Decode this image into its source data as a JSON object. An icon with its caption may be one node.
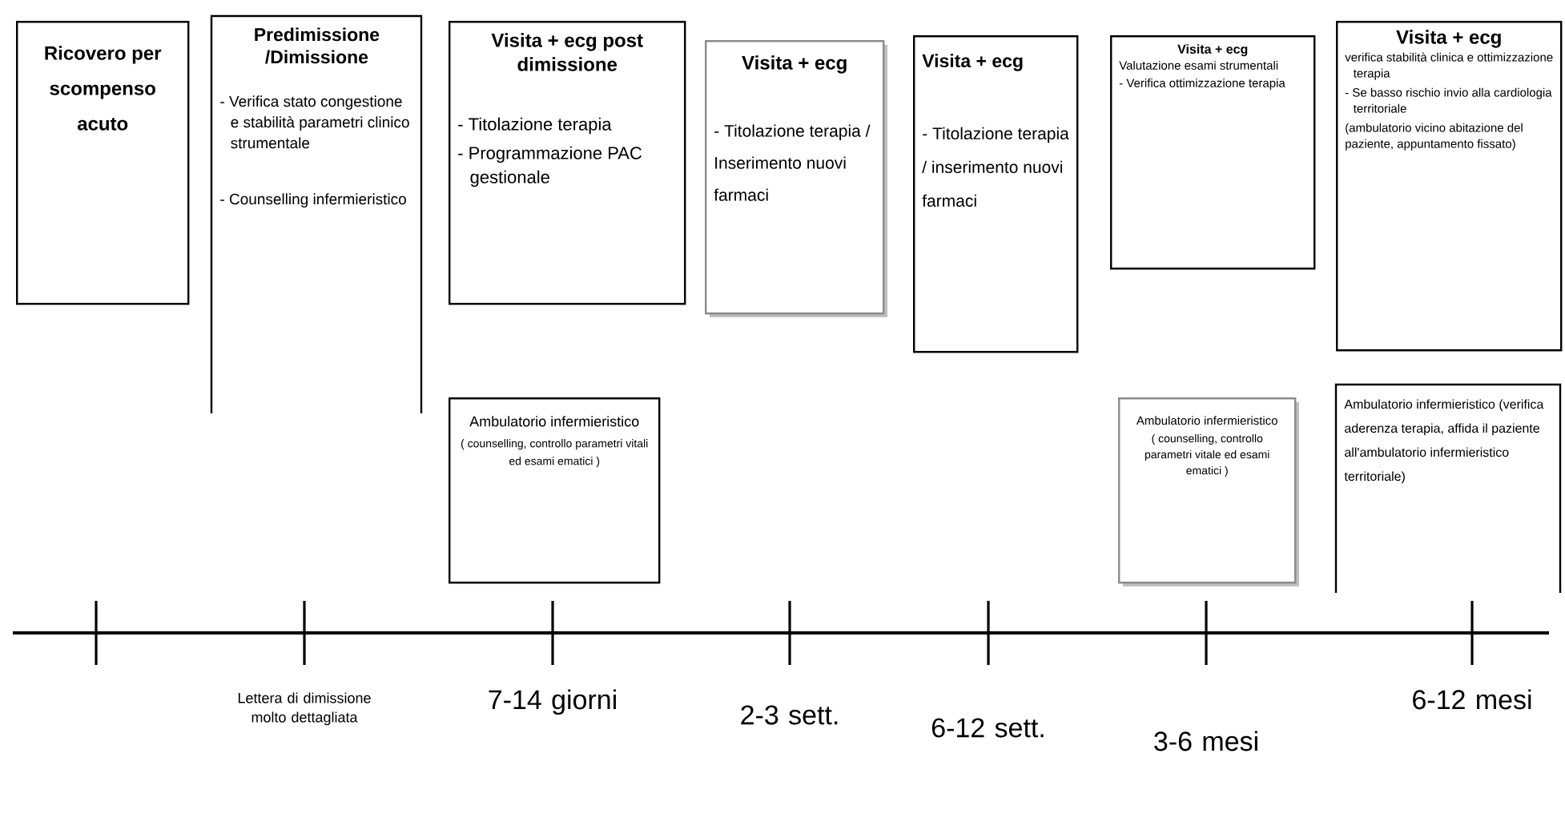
{
  "diagram": {
    "nodes": [
      {
        "text": [
          "Ricovero per scompenso acuto"
        ]
      },
      {
        "text": [
          "Predimissione /Dimissione",
          "- Verifica stato congestione e stabilità parametri clinico strumentale",
          "- Counselling infermieristico"
        ]
      },
      {
        "text": [
          "Visita + ecg post dimissione",
          "- Titolazione terapia",
          "- Programmazione PAC gestionale"
        ]
      },
      {
        "text": [
          "Visita + ecg",
          "- Titolazione terapia / Inserimento nuovi farmaci"
        ]
      },
      {
        "text": [
          "Visita + ecg",
          "- Titolazione terapia / inserimento nuovi farmaci"
        ]
      },
      {
        "text": [
          "Visita + ecg",
          "Valutazione esami strumentali",
          "- Verifica ottimizzazione terapia"
        ]
      },
      {
        "text": [
          "Visita + ecg",
          "verifica stabilità clinica e ottimizzazione terapia",
          "- Se basso rischio invio alla cardiologia territoriale",
          "(ambulatorio vicino abitazione del paziente, appuntamento fissato)"
        ]
      },
      {
        "text": [
          "Ambulatorio infermieristico",
          "( counselling, controllo parametri vitali ed esami ematici )"
        ]
      },
      {
        "text": [
          "Ambulatorio infermieristico",
          "( counselling, controllo parametri vitale ed esami ematici )"
        ]
      },
      {
        "text": [
          "Ambulatorio infermieristico (verifica aderenza terapia, affida il paziente all'ambulatorio infermieristico territoriale)"
        ]
      }
    ],
    "labels": [
      "Lettera di dimissione molto dettagliata",
      "7-14 giorni",
      "2-3 sett.",
      "6-12 sett.",
      "3-6 mesi",
      "6-12 mesi"
    ]
  }
}
